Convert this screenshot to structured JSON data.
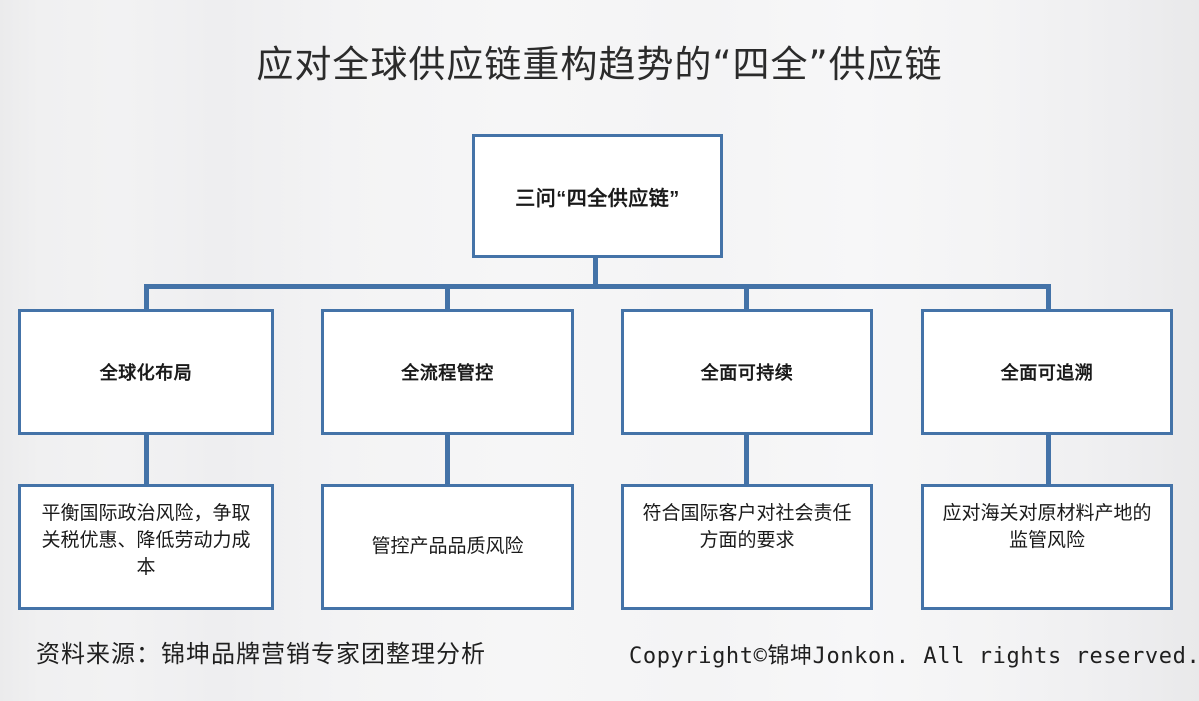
{
  "title": "应对全球供应链重构趋势的“四全”供应链",
  "root": {
    "label": "三问“四全供应链”"
  },
  "branches": [
    {
      "label": "全球化布局",
      "detail": "平衡国际政治风险，争取关税优惠、降低劳动力成本"
    },
    {
      "label": "全流程管控",
      "detail": "管控产品品质风险"
    },
    {
      "label": "全面可持续",
      "detail": "符合国际客户对社会责任方面的要求"
    },
    {
      "label": "全面可追溯",
      "detail": "应对海关对原材料产地的监管风险"
    }
  ],
  "footer": {
    "source": "资料来源：锦坤品牌营销专家团整理分析",
    "copyright": "Copyright©锦坤Jonkon. All rights reserved."
  },
  "colors": {
    "border": "#4473A8",
    "box_fill": "#FFFFFF",
    "background": "#F2F2F3",
    "text": "#1A1A1A"
  }
}
